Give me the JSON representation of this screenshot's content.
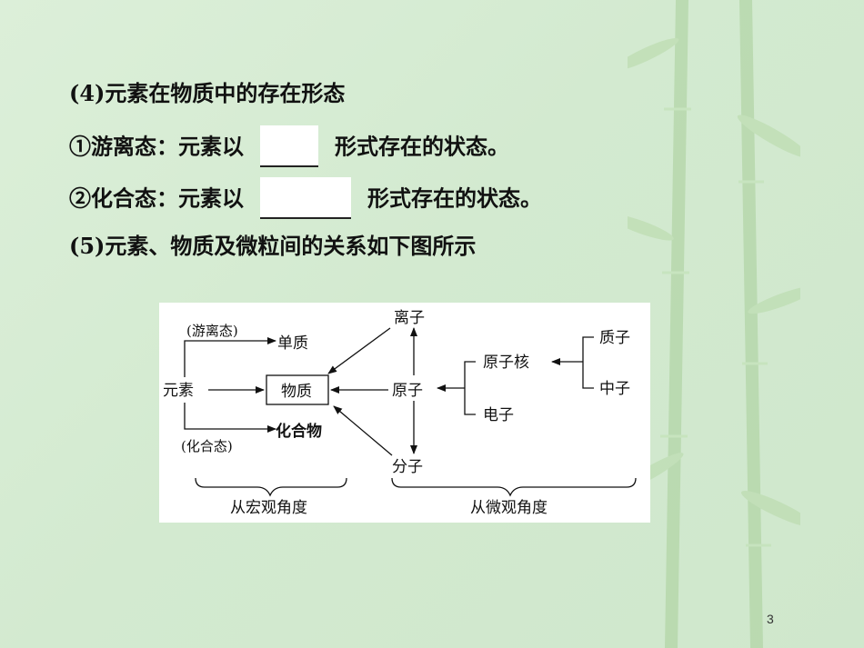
{
  "lines": {
    "l4": "(4)元素在物质中的存在形态",
    "l1_prefix": "①游离态：元素以",
    "l1_suffix": "形式存在的状态。",
    "l2_prefix": "②化合态：元素以",
    "l2_suffix": "形式存在的状态。",
    "l5": "(5)元素、物质及微粒间的关系如下图所示"
  },
  "diagram": {
    "free_state": "(游离态)",
    "simple_substance": "单质",
    "element": "元素",
    "substance": "物质",
    "compound": "化合物",
    "combined_state": "(化合态)",
    "ion": "离子",
    "atom": "原子",
    "molecule": "分子",
    "nucleus": "原子核",
    "electron": "电子",
    "proton": "质子",
    "neutron": "中子",
    "macro_view": "从宏观角度",
    "micro_view": "从微观角度"
  },
  "page_number": "3"
}
